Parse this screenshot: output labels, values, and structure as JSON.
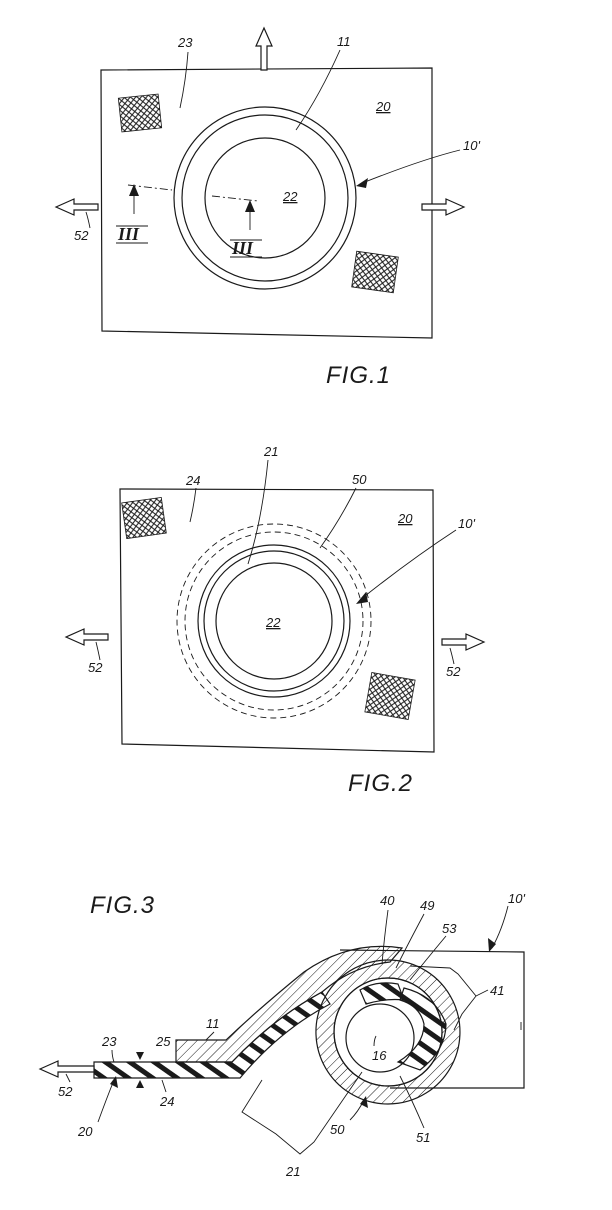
{
  "fig1": {
    "caption": "FIG.1",
    "refs": {
      "r23": "23",
      "r11": "11",
      "r20": "20",
      "r10": "10'",
      "r22": "22",
      "r52": "52",
      "section_left": "III",
      "section_right": "III"
    }
  },
  "fig2": {
    "caption": "FIG.2",
    "refs": {
      "r24": "24",
      "r21": "21",
      "r50": "50",
      "r20": "20",
      "r10": "10'",
      "r22": "22",
      "r52_left": "52",
      "r52_right": "52"
    }
  },
  "fig3": {
    "caption": "FIG.3",
    "refs": {
      "r10": "10'",
      "r40": "40",
      "r49": "49",
      "r53": "53",
      "r41": "41",
      "r11": "11",
      "r23": "23",
      "r25": "25",
      "r16": "16",
      "r52": "52",
      "r20": "20",
      "r24": "24",
      "r50": "50",
      "r51": "51",
      "r21": "21"
    }
  }
}
